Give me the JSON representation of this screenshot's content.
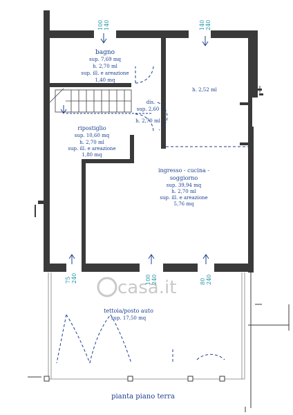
{
  "colors": {
    "wall": "#3a3a3a",
    "text": "#1b3f8f",
    "dimension": "#1b8fa6",
    "door": "#1b3f8f",
    "watermark": "#c9c9c9"
  },
  "rooms": {
    "bagno": {
      "name": "bagno",
      "area": "sup. 7,69 mq",
      "height": "h. 2,70 ml",
      "ventilation": "sup. ill. e areazione",
      "ventilation_value": "1,40 mq"
    },
    "camera": {
      "height": "h. 2,52 ml"
    },
    "dis": {
      "name": "dis.",
      "area": "sup. 2,60",
      "height": "h. 2,70 ml"
    },
    "ripostiglio": {
      "name": "ripostiglio",
      "area": "sup. 10,60 mq",
      "height": "h. 2,70 ml",
      "ventilation": "sup. ill. e areazione",
      "ventilation_value": "1,80 mq"
    },
    "soggiorno": {
      "name_line1": "ingresso - cucina -",
      "name_line2": "soggiorno",
      "area": "sup. 39,94 mq",
      "height": "h. 2,70 ml",
      "ventilation": "sup. ill. e areazione",
      "ventilation_value": "5,76 mq"
    },
    "tettoia": {
      "name": "tettoia/posto auto",
      "area": "sup. 17,50 mq"
    }
  },
  "dimensions": {
    "top_left": [
      "100",
      "140"
    ],
    "top_right": [
      "140",
      "240"
    ],
    "bottom_1": [
      "75",
      "240"
    ],
    "bottom_2": [
      "100",
      "240"
    ],
    "bottom_3": [
      "80",
      "240"
    ]
  },
  "watermark": "casa.it",
  "caption": "pianta piano terra"
}
